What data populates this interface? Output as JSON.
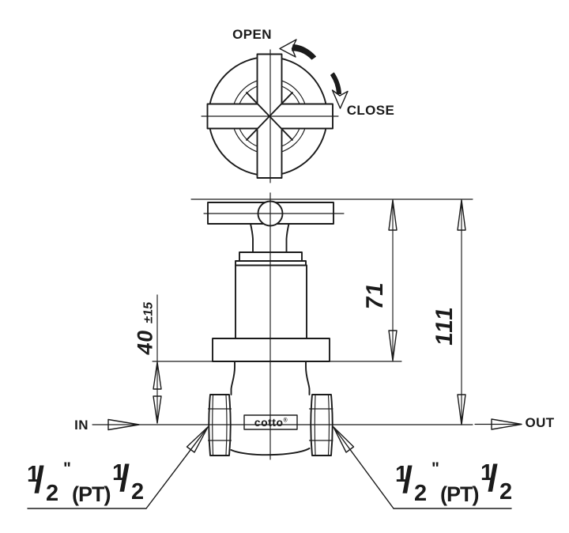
{
  "colors": {
    "line": "#1b1b1b",
    "background": "#ffffff"
  },
  "top_view": {
    "open_label": "OPEN",
    "close_label": "CLOSE"
  },
  "flow": {
    "in_label": "IN",
    "out_label": "OUT"
  },
  "dimensions": {
    "handle_top_to_flange": "71",
    "handle_top_to_pipe_centerline": "111",
    "flange_to_centerline_value": "40",
    "flange_to_centerline_tolerance": "±15"
  },
  "brand": {
    "name": "cotto",
    "mark": "®"
  },
  "thread_left": {
    "num1": "1",
    "slash1": "/",
    "den1": "2",
    "inch_mark": "\"",
    "standard": "(PT)",
    "num2": "1",
    "slash2": "/",
    "den2": "2"
  },
  "thread_right": {
    "num1": "1",
    "slash1": "/",
    "den1": "2",
    "inch_mark": "\"",
    "standard": "(PT)",
    "num2": "1",
    "slash2": "/",
    "den2": "2"
  }
}
